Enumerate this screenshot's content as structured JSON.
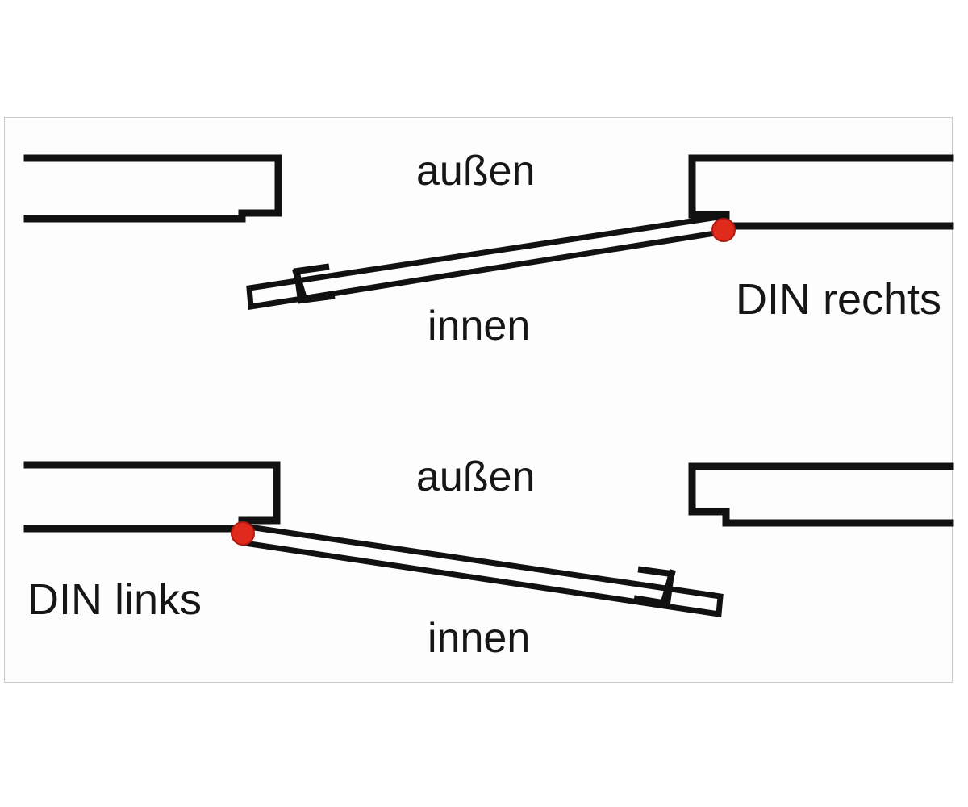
{
  "figure": {
    "kind": "door-handing-diagram",
    "background_color": "#ffffff",
    "panel": {
      "fill": "#fdfdfd",
      "border_color": "#c9c9c9"
    },
    "line_color": "#111111",
    "hinge_dot_color": "#e02a1c",
    "hinge_dot_stroke": "#b01a10"
  },
  "diagrams": [
    {
      "id": "din-rechts",
      "caption": "DIN rechts",
      "outside_label": "außen",
      "inside_label": "innen",
      "hinge_side": "right",
      "leaf_swing": "down-left"
    },
    {
      "id": "din-links",
      "caption": "DIN links",
      "outside_label": "außen",
      "inside_label": "innen",
      "hinge_side": "left",
      "leaf_swing": "down-right"
    }
  ],
  "labels": {
    "aussen_top": "außen",
    "innen_top": "innen",
    "din_rechts": "DIN rechts",
    "aussen_bottom": "außen",
    "innen_bottom": "innen",
    "din_links": "DIN links"
  }
}
